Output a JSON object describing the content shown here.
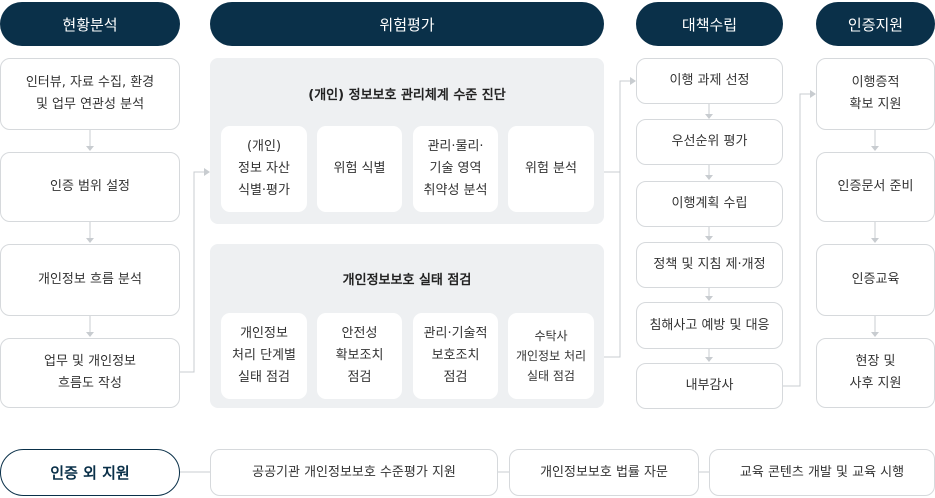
{
  "headers": [
    "현황분석",
    "위험평가",
    "대책수립",
    "인증지원"
  ],
  "col1": [
    "인터뷰, 자료 수집, 환경\n및 업무 연관성 분석",
    "인증 범위 설정",
    "개인정보 흐름 분석",
    "업무 및 개인정보\n흐름도 작성"
  ],
  "panel1": {
    "title": "(개인) 정보보호 관리체계 수준 진단",
    "items": [
      "(개인)\n정보 자산\n식별·평가",
      "위험 식별",
      "관리·물리·\n기술 영역\n취약성 분석",
      "위험 분석"
    ]
  },
  "panel2": {
    "title": "개인정보보호 실태 점검",
    "items": [
      "개인정보\n처리 단계별\n실태 점검",
      "안전성\n확보조치\n점검",
      "관리·기술적\n보호조치\n점검",
      "수탁사\n개인정보 처리\n실태 점검"
    ]
  },
  "col3": [
    "이행 과제 선정",
    "우선순위 평가",
    "이행계획 수립",
    "정책 및 지침 제·개정",
    "침해사고 예방 및 대응",
    "내부감사"
  ],
  "col4": [
    "이행증적\n확보 지원",
    "인증문서 준비",
    "인증교육",
    "현장 및\n사후 지원"
  ],
  "bottom": {
    "label": "인증 외 지원",
    "items": [
      "공공기관 개인정보보호 수준평가 지원",
      "개인정보보호 법률 자문",
      "교육 콘텐츠 개발 및 교육 시행"
    ]
  }
}
